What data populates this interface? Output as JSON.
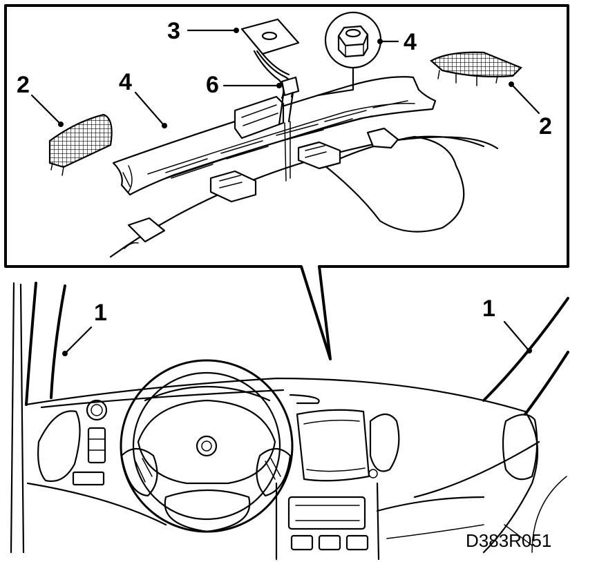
{
  "callouts": {
    "pillar_left": "1",
    "pillar_right": "1",
    "grille_left": "2",
    "grille_right": "2",
    "bracket": "3",
    "panel": "4",
    "nut": "4",
    "sensor": "6"
  },
  "drawing_code": "D383R051"
}
